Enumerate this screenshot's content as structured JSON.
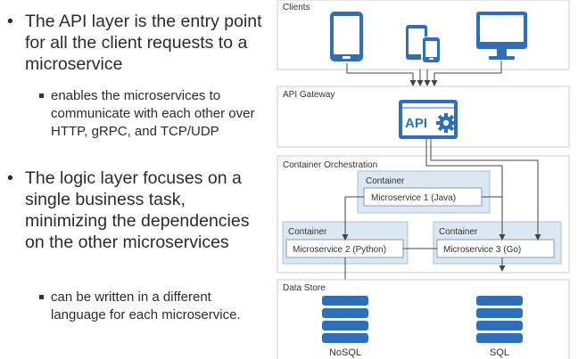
{
  "bullets": {
    "b1": {
      "text": "The API layer is the entry point for all the client requests to a microservice"
    },
    "b1_sub": {
      "text": "enables the microservices to communicate with each other over HTTP, gRPC, and TCP/UDP"
    },
    "b2": {
      "text": "The logic layer focuses on a single business task, minimizing the dependencies on the other microservices"
    },
    "b2_sub": {
      "text": "can be written in a different language for each microservice."
    }
  },
  "diagram": {
    "clients_label": "Clients",
    "gateway_label": "API Gateway",
    "api_badge": "API",
    "orchestration_label": "Container Orchestration",
    "container_label": "Container",
    "microservice_1": "Microservice 1 (Java)",
    "microservice_2": "Microservice 2 (Python)",
    "microservice_3": "Microservice 3 (Go)",
    "datastore_label": "Data Store",
    "db_nosql": "NoSQL",
    "db_sql": "SQL",
    "colors": {
      "accent_blue": "#2f6fba",
      "panel_border": "#c8ccd2",
      "container_fill": "#dbe7f1",
      "container_border": "#a9c0d6"
    }
  }
}
